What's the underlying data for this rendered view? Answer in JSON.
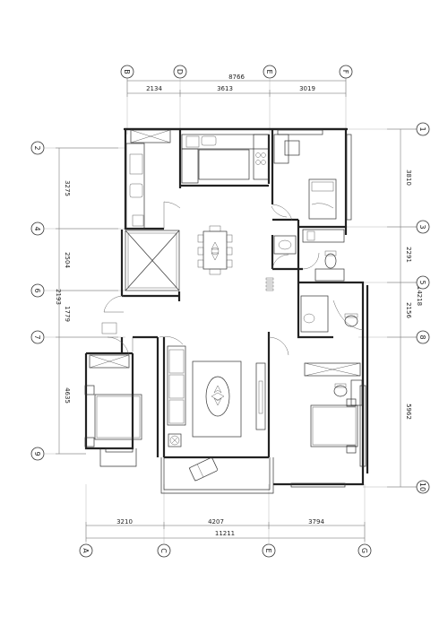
{
  "top_dimensions": {
    "overall": "8766",
    "segments": [
      "2134",
      "3613",
      "3019"
    ]
  },
  "bottom_dimensions": {
    "overall": "11211",
    "segments": [
      "3210",
      "4207",
      "3794"
    ]
  },
  "left_dimensions": {
    "segments": [
      "3275",
      "2504",
      "2193",
      "1779",
      "4635"
    ]
  },
  "right_dimensions": {
    "overall": "14218",
    "segments": [
      "3810",
      "2291",
      "2156",
      "5962"
    ]
  },
  "top_axes": [
    "B",
    "D",
    "E",
    "F"
  ],
  "bottom_axes": [
    "A",
    "C",
    "E",
    "G"
  ],
  "left_axes": [
    "2",
    "4",
    "6",
    "7",
    "9"
  ],
  "right_axes": [
    "1",
    "3",
    "5",
    "8",
    "10"
  ]
}
